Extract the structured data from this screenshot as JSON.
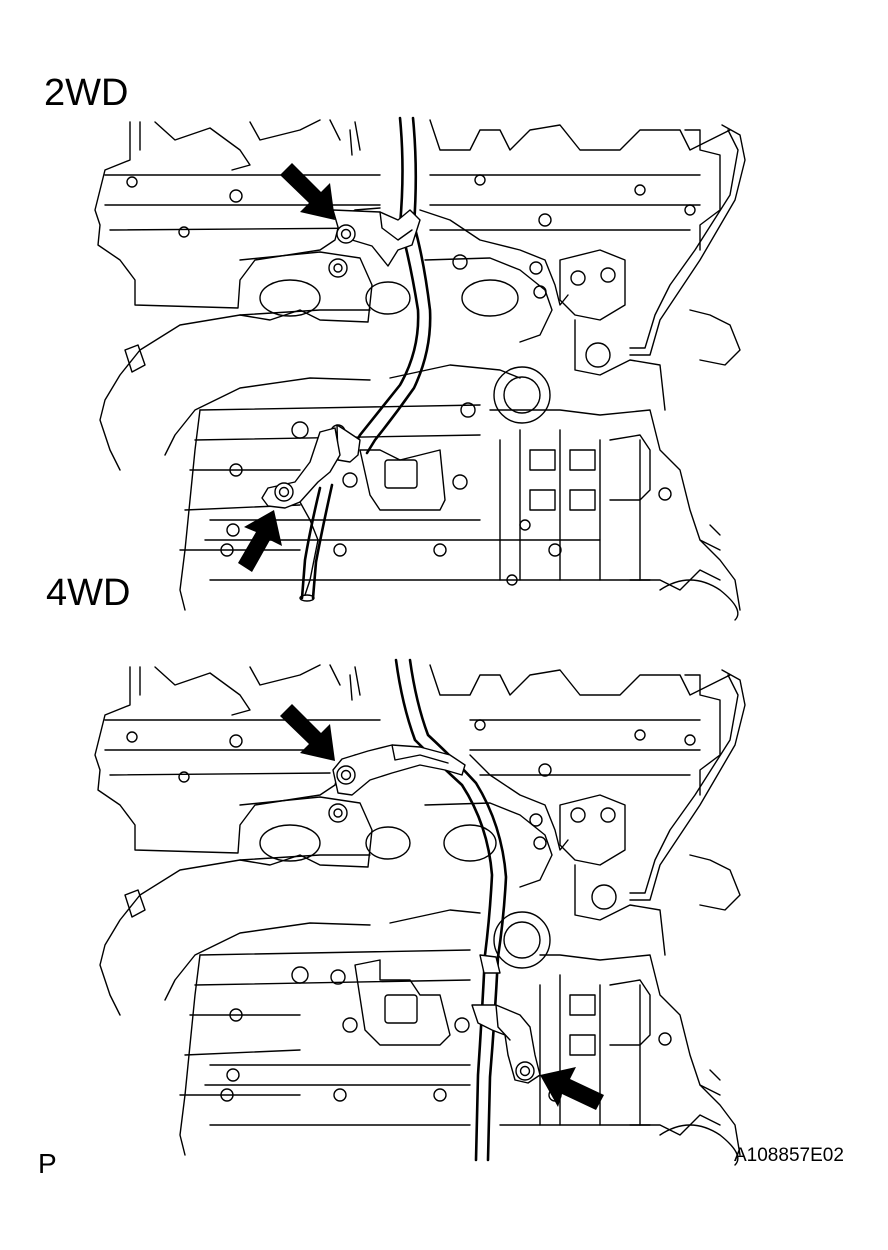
{
  "labels": {
    "variant_2wd": "2WD",
    "variant_4wd": "4WD",
    "page_marker": "P",
    "figure_id": "A108857E02"
  },
  "callout_arrows": {
    "panel_2wd": [
      "upper-bolt-arrow",
      "lower-bolt-arrow"
    ],
    "panel_4wd": [
      "upper-bolt-arrow",
      "lower-bolt-arrow"
    ]
  },
  "colors": {
    "line": "#000000",
    "background": "#ffffff"
  }
}
